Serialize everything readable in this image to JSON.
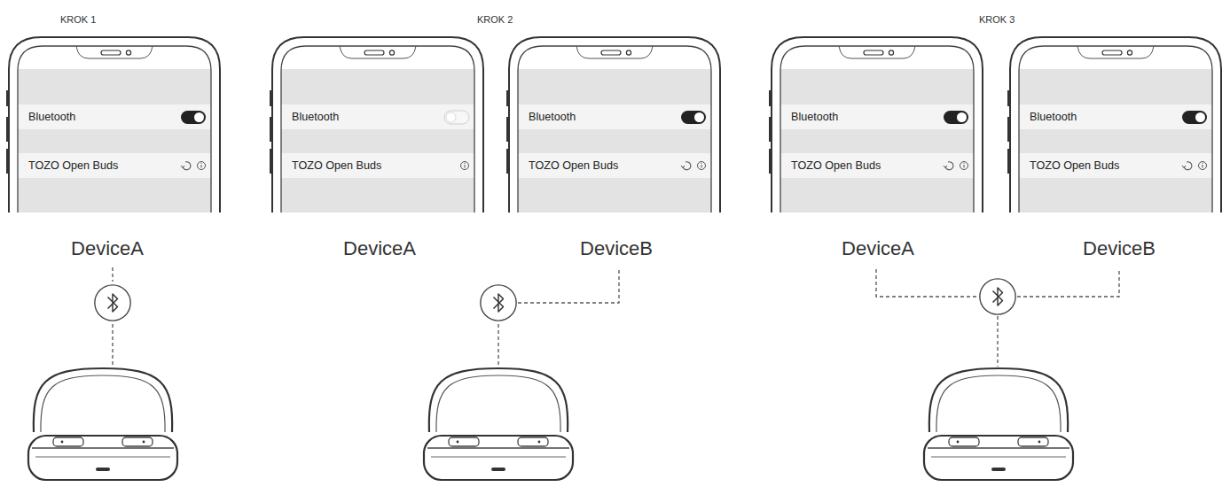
{
  "diagram": {
    "nodes": [
      {
        "text": [
          "Bluetooth",
          "TOZO Open Buds"
        ]
      },
      {
        "text": [
          "Bluetooth",
          "TOZO Open Buds"
        ]
      },
      {
        "text": [
          "Bluetooth",
          "TOZO Open Buds"
        ]
      },
      {
        "text": [
          "Bluetooth",
          "TOZO Open Buds"
        ]
      },
      {
        "text": [
          "Bluetooth",
          "TOZO Open Buds"
        ]
      }
    ],
    "labels": [
      "KROK 1",
      "KROK 2",
      "KROK 3",
      "DeviceA",
      "DeviceA",
      "DeviceB",
      "DeviceA",
      "DeviceB"
    ]
  }
}
